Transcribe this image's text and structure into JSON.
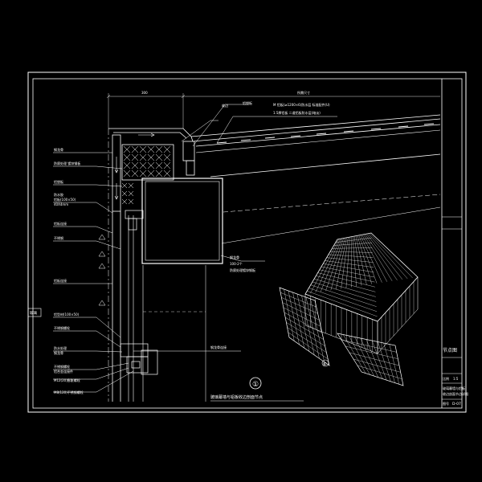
{
  "drawing": {
    "dimensions": {
      "left": "300",
      "right": "所需尺寸"
    },
    "callouts": {
      "top_right_1": "M 铝板(≥1200×6)防水层 标准配件(U)",
      "top_right_2": "1.5厚铝板 二道铝板防水层(暗淡)",
      "near_corner": "收边",
      "top_label": "铝塑板",
      "left": [
        "钢龙骨",
        "防腐处理 镀锌钢板",
        "铝塑板",
        "防水胶",
        "铝板(100×50)",
        "40X4mm",
        "铝板连接",
        "不锈钢",
        "铝板连接",
        "铝型材(100×50)",
        "不锈钢螺栓",
        "防水处理",
        "钢龙骨",
        "不锈钢螺栓",
        "铝合金连接件",
        "M12(20)膨胀螺栓",
        "M8(120)不锈钢螺栓"
      ],
      "side_tag": "玻璃",
      "mid_right": [
        "钢龙骨",
        "100-2个",
        "防腐处理镀锌钢板"
      ],
      "lower_mid": "钢龙骨连接"
    },
    "detail_number": "①",
    "detail_title": "玻璃幕墙与铝板收边剖面节点",
    "axo_marker": "⑥"
  },
  "title_block": {
    "project_label": "节点图",
    "scale_label": "比例",
    "scale_value": "1:5",
    "sheet_title_1": "玻璃幕墙与铝板",
    "sheet_title_2": "收边剖面节点详图",
    "drawing_no_label": "图号",
    "drawing_no": "D-07"
  },
  "colors": {
    "background": "#000000",
    "frame": "#ffffff",
    "section": "#ffffff",
    "dim": "#dddddd",
    "hatch": "#ffffff"
  }
}
